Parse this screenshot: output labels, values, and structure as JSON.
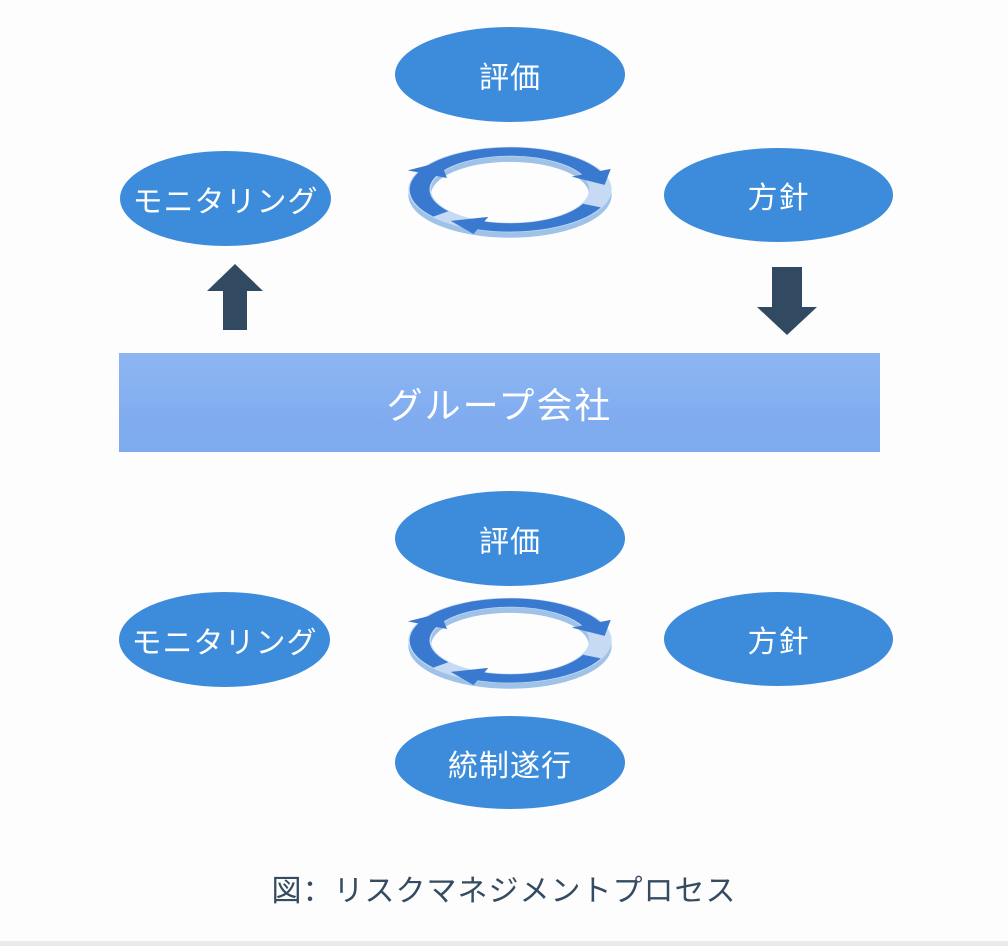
{
  "colors": {
    "background": "#fdfdfe",
    "node_blue": "#3d8cdb",
    "bar_blue": "#7fabef",
    "bar_blue_light": "#8db6f2",
    "flow_arrow_dark": "#324a61",
    "cycle_ring_light": "#c6daf3",
    "cycle_ring_shadow": "#9fc2e9",
    "cycle_arrow_blue": "#3a79d0",
    "node_text": "#ffffff",
    "caption_text": "#344b61",
    "footer_strip": "#e9ecef"
  },
  "upper_cycle": {
    "evaluation": "評価",
    "monitoring": "モニタリング",
    "policy": "方針"
  },
  "group_bar": {
    "label": "グループ会社"
  },
  "lower_cycle": {
    "evaluation": "評価",
    "monitoring": "モニタリング",
    "policy": "方針",
    "control_execution": "統制遂行"
  },
  "caption": "図：リスクマネジメントプロセス",
  "icons": {
    "cycle": "cycle-arrows-icon",
    "up": "block-arrow-up-icon",
    "down": "block-arrow-down-icon"
  }
}
